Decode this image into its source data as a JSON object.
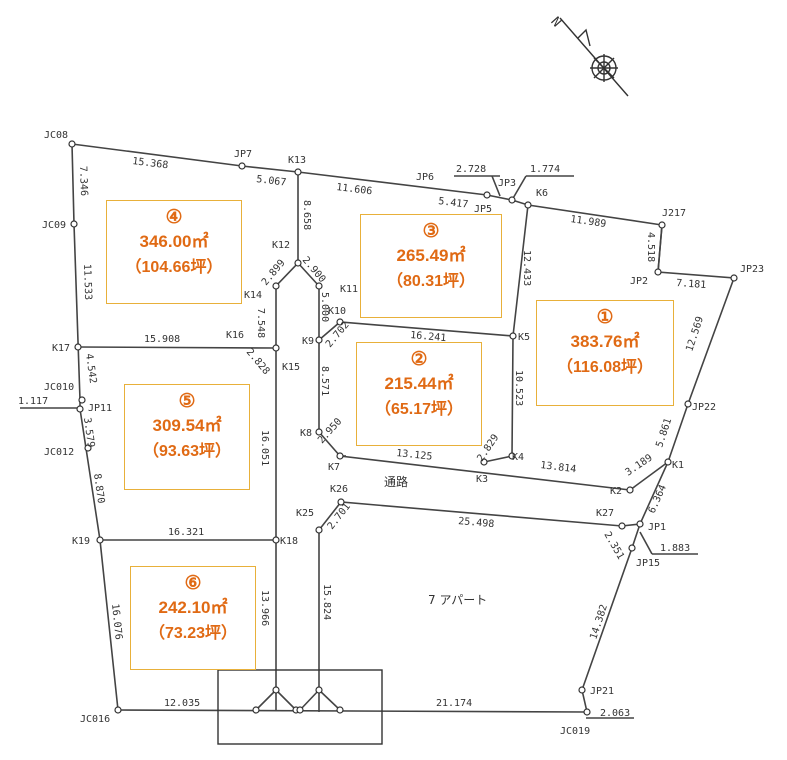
{
  "compass": {
    "label": "N"
  },
  "lots": [
    {
      "id": "lot1",
      "number": "①",
      "area": "383.76㎡",
      "tsubo": "（116.08坪）"
    },
    {
      "id": "lot2",
      "number": "②",
      "area": "215.44㎡",
      "tsubo": "（65.17坪）"
    },
    {
      "id": "lot3",
      "number": "③",
      "area": "265.49㎡",
      "tsubo": "（80.31坪）"
    },
    {
      "id": "lot4",
      "number": "④",
      "area": "346.00㎡",
      "tsubo": "（104.66坪）"
    },
    {
      "id": "lot5",
      "number": "⑤",
      "area": "309.54㎡",
      "tsubo": "（93.63坪）"
    },
    {
      "id": "lot6",
      "number": "⑥",
      "area": "242.10㎡",
      "tsubo": "（73.23坪）"
    }
  ],
  "labels": {
    "road": "通路",
    "apartment": "7 アパート"
  },
  "points": {
    "JC08": "JC08",
    "JC09": "JC09",
    "JC010": "JC010",
    "JC012": "JC012",
    "JC016": "JC016",
    "JC019": "JC019",
    "JP1": "JP1",
    "JP2": "JP2",
    "JP3": "JP3",
    "JP5": "JP5",
    "JP6": "JP6",
    "JP7": "JP7",
    "JP11": "JP11",
    "JP15": "JP15",
    "JP21": "JP21",
    "JP22": "JP22",
    "JP23": "JP23",
    "J217": "J217",
    "K1": "K1",
    "K2": "K2",
    "K3": "K3",
    "K4": "K4",
    "K5": "K5",
    "K6": "K6",
    "K7": "K7",
    "K8": "K8",
    "K9": "K9",
    "K10": "K10",
    "K11": "K11",
    "K12": "K12",
    "K13": "K13",
    "K14": "K14",
    "K15": "K15",
    "K16": "K16",
    "K17": "K17",
    "K18": "K18",
    "K19": "K19",
    "K25": "K25",
    "K26": "K26",
    "K27": "K27"
  },
  "distances": {
    "d15368": "15.368",
    "d5067": "5.067",
    "d11606": "11.606",
    "d5417": "5.417",
    "d2728": "2.728",
    "d1774": "1.774",
    "d11989": "11.989",
    "d4518": "4.518",
    "d7181": "7.181",
    "d12569": "12.569",
    "d5861": "5.861",
    "d3189": "3.189",
    "d13814": "13.814",
    "d6364": "6.364",
    "d2351": "2.351",
    "d1883": "1.883",
    "d14382": "14.382",
    "d2063": "2.063",
    "d21174": "21.174",
    "d12035": "12.035",
    "d16076": "16.076",
    "d8870": "8.870",
    "d3579": "3.579",
    "d1117": "1.117",
    "d4542": "4.542",
    "d11533": "11.533",
    "d7346": "7.346",
    "d15908": "15.908",
    "d16321": "16.321",
    "d8658": "8.658",
    "d2899": "2.899",
    "d2900": "2.900",
    "d7548": "7.548",
    "d2828": "2.828",
    "d16051": "16.051",
    "d13966": "13.966",
    "d5000": "5.000",
    "d2702": "2.702",
    "d16241": "16.241",
    "d12433": "12.433",
    "d10523": "10.523",
    "d8571": "8.571",
    "d2950": "2.950",
    "d13125": "13.125",
    "d2829": "2.829",
    "d2701": "2.701",
    "d25498": "25.498",
    "d15824": "15.824"
  }
}
